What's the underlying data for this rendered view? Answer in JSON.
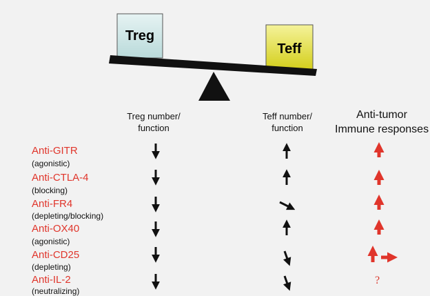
{
  "balance": {
    "left_box": "Treg",
    "right_box": "Teff",
    "left_box_color": "#cfe6e6",
    "right_box_color": "#e4e14a"
  },
  "columns": {
    "treg": [
      "Treg number/",
      "function"
    ],
    "teff": [
      "Teff number/",
      "function"
    ],
    "antitumor": [
      "Anti-tumor",
      "Immune responses"
    ]
  },
  "rows": [
    {
      "agent": "Anti-GITR",
      "mode": "(agonistic)",
      "treg": "down-arrow",
      "teff": "up-arrow",
      "antitumor": "red-up-arrow"
    },
    {
      "agent": "Anti-CTLA-4",
      "mode": "(blocking)",
      "treg": "down-arrow",
      "teff": "up-arrow",
      "antitumor": "red-up-arrow"
    },
    {
      "agent": "Anti-FR4",
      "mode": "(depleting/blocking)",
      "treg": "down-arrow",
      "teff": "diagonal-down-arrow",
      "antitumor": "red-up-arrow"
    },
    {
      "agent": "Anti-OX40",
      "mode": "(agonistic)",
      "treg": "down-arrow",
      "teff": "up-arrow",
      "antitumor": "red-up-arrow"
    },
    {
      "agent": "Anti-CD25",
      "mode": "(depleting)",
      "treg": "down-arrow",
      "teff": "steep-down-arrow",
      "antitumor": "red-up-and-right-arrows"
    },
    {
      "agent": "Anti-IL-2",
      "mode": "(neutralizing)",
      "treg": "down-arrow",
      "teff": "steep-down-arrow",
      "antitumor": "?"
    }
  ],
  "colors": {
    "agent_text": "#e0352b",
    "red_arrow": "#e0352b",
    "black_arrow": "#111111"
  }
}
